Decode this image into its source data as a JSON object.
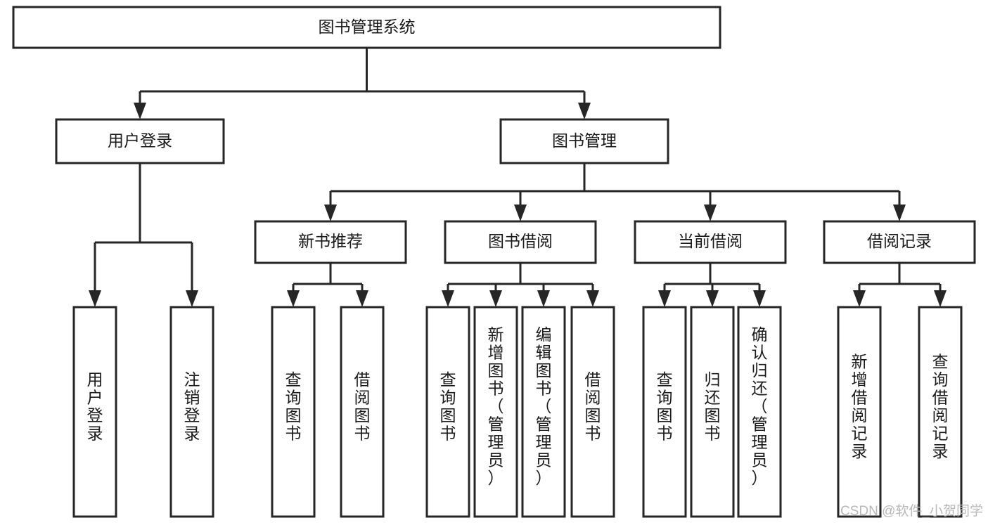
{
  "diagram": {
    "title": "图书管理系统",
    "type": "tree-hierarchy",
    "orientation": "top-down",
    "colors": {
      "box_stroke": "#262626",
      "box_fill": "#ffffff",
      "connector": "#262626",
      "text": "#1a1a1a",
      "background": "#ffffff",
      "watermark": "#b8b8b8"
    },
    "root": {
      "label": "图书管理系统",
      "orientation": "horizontal"
    },
    "level1": [
      {
        "label": "用户登录",
        "orientation": "horizontal"
      },
      {
        "label": "图书管理",
        "orientation": "horizontal"
      }
    ],
    "level2": [
      {
        "label": "新书推荐",
        "orientation": "horizontal"
      },
      {
        "label": "图书借阅",
        "orientation": "horizontal"
      },
      {
        "label": "当前借阅",
        "orientation": "horizontal"
      },
      {
        "label": "借阅记录",
        "orientation": "horizontal"
      }
    ],
    "leaves": {
      "user_login": [
        {
          "label": "用户登录",
          "orientation": "vertical"
        },
        {
          "label": "注销登录",
          "orientation": "vertical"
        }
      ],
      "new_book_recommend": [
        {
          "label": "查询图书",
          "orientation": "vertical"
        },
        {
          "label": "借阅图书",
          "orientation": "vertical"
        }
      ],
      "book_borrow": [
        {
          "label": "查询图书",
          "orientation": "vertical"
        },
        {
          "label": "新增图书（管理员）",
          "orientation": "vertical"
        },
        {
          "label": "编辑图书（管理员）",
          "orientation": "vertical"
        },
        {
          "label": "借阅图书",
          "orientation": "vertical"
        }
      ],
      "current_borrow": [
        {
          "label": "查询图书",
          "orientation": "vertical"
        },
        {
          "label": "归还图书",
          "orientation": "vertical"
        },
        {
          "label": "确认归还（管理员）",
          "orientation": "vertical"
        }
      ],
      "borrow_record": [
        {
          "label": "新增借阅记录",
          "orientation": "vertical"
        },
        {
          "label": "查询借阅记录",
          "orientation": "vertical"
        }
      ]
    }
  },
  "watermark": {
    "text": "CSDN @软件_小贺同学"
  }
}
